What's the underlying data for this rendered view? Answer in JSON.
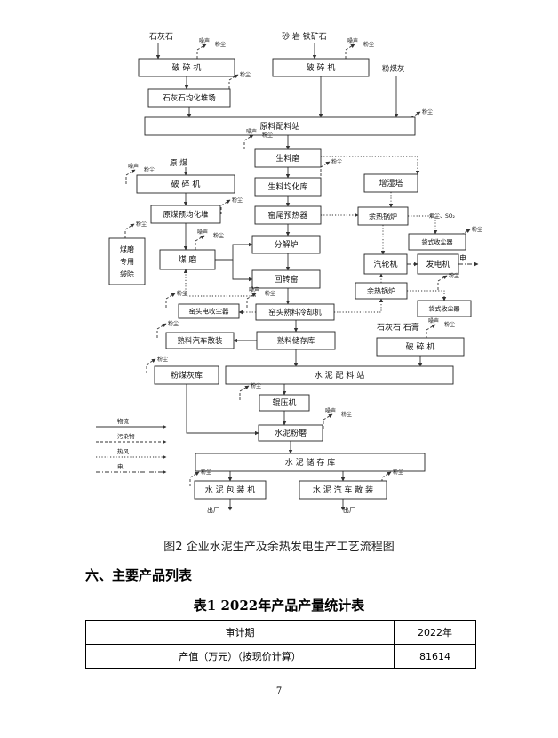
{
  "diagram": {
    "nodes": [
      {
        "id": "crusher_limestone",
        "label": "破 碎 机"
      },
      {
        "id": "crusher_sand",
        "label": "破 碎 机"
      },
      {
        "id": "limestone_yard",
        "label": "石灰石均化堆场"
      },
      {
        "id": "raw_batching",
        "label": "原料配料站"
      },
      {
        "id": "raw_mill",
        "label": "生料磨"
      },
      {
        "id": "coal_crusher",
        "label": "破 碎 机"
      },
      {
        "id": "raw_homo",
        "label": "生料均化库"
      },
      {
        "id": "humid_tower",
        "label": "增湿塔"
      },
      {
        "id": "coal_homo",
        "label": "原煤预均化堆"
      },
      {
        "id": "preheater",
        "label": "窑尾预热器"
      },
      {
        "id": "whb1",
        "label": "余热锅炉"
      },
      {
        "id": "bag_filter1",
        "label": "袋式收尘器"
      },
      {
        "id": "coal_mill_dust",
        "label": "煤磨\n专用\n袋除"
      },
      {
        "id": "coal_mill",
        "label": "煤 磨"
      },
      {
        "id": "calciner",
        "label": "分解炉"
      },
      {
        "id": "turbine",
        "label": "汽轮机"
      },
      {
        "id": "generator",
        "label": "发电机"
      },
      {
        "id": "kiln",
        "label": "回转窑"
      },
      {
        "id": "whb2",
        "label": "余热锅炉"
      },
      {
        "id": "bag_filter2",
        "label": "袋式收尘器"
      },
      {
        "id": "esp",
        "label": "窑头电收尘器"
      },
      {
        "id": "cooler",
        "label": "窑头熟料冷却机"
      },
      {
        "id": "clinker_truck",
        "label": "熟料汽车散装"
      },
      {
        "id": "clinker_store",
        "label": "熟料储存库"
      },
      {
        "id": "crusher_gypsum",
        "label": "破 碎 机"
      },
      {
        "id": "flyash_silo",
        "label": "粉煤灰库"
      },
      {
        "id": "cement_batching",
        "label": "水 泥 配 料 站"
      },
      {
        "id": "roller_press",
        "label": "辊压机"
      },
      {
        "id": "cement_mill",
        "label": "水泥粉磨"
      },
      {
        "id": "cement_silo",
        "label": "水 泥 储 存 库"
      },
      {
        "id": "cement_pack",
        "label": "水 泥 包 装 机"
      },
      {
        "id": "cement_truck",
        "label": "水 泥 汽 车 散 装"
      }
    ],
    "texts": [
      {
        "id": "in_limestone",
        "text": "石灰石"
      },
      {
        "id": "in_sand",
        "text": "砂 岩  铁矿石"
      },
      {
        "id": "in_flyash",
        "text": "粉煤灰"
      },
      {
        "id": "in_coal",
        "text": "原  煤"
      },
      {
        "id": "in_gypsum",
        "text": "石灰石  石膏"
      },
      {
        "id": "out_power",
        "text": "电"
      },
      {
        "id": "gen_emissions",
        "text": "烟尘、SO₂"
      },
      {
        "id": "ship_1",
        "text": "出厂"
      },
      {
        "id": "ship_2",
        "text": "出厂"
      }
    ],
    "pollutant_labels": {
      "noise": "噪声",
      "dust": "粉尘"
    },
    "legend": [
      {
        "label": "物流",
        "line": "solid"
      },
      {
        "label": "污染物",
        "line": "dashed"
      },
      {
        "label": "热风",
        "line": "dotted"
      },
      {
        "label": "电",
        "line": "dashdot"
      }
    ]
  },
  "caption": "图2  企业水泥生产及余热发电生产工艺流程图",
  "section_heading": "六、主要产品列表",
  "table": {
    "title": "表1  2022年产品产量统计表",
    "rows": [
      [
        "审计期",
        "2022年"
      ],
      [
        "产值（万元）（按现价计算）",
        "81614"
      ]
    ]
  },
  "page_number": "7"
}
